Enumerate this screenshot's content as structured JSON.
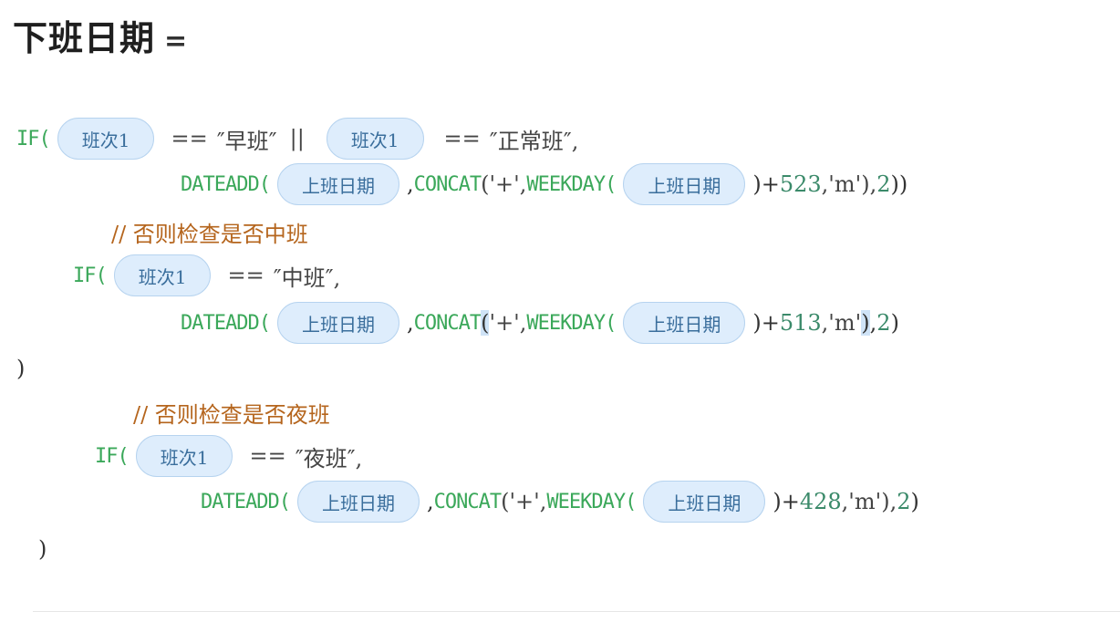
{
  "header": {
    "title": "下班日期",
    "equals": "="
  },
  "formula": {
    "line1": {
      "fn_if": "IF(",
      "field1": "班次1",
      "op_eq1": "==",
      "str1": "″早班″",
      "op_or": "||",
      "field2": "班次1",
      "op_eq2": "==",
      "str2": "″正常班″,"
    },
    "line2": {
      "fn_dateadd": "DATEADD(",
      "field1": "上班日期",
      "sep1": ",",
      "fn_concat": "CONCAT",
      "str_plus": "('+',",
      "fn_weekday": "WEEKDAY(",
      "field2": "上班日期",
      "offset_prefix": ")+",
      "offset": "523",
      "unit": ",'m'),",
      "num2": "2",
      "close": "))"
    },
    "comment1": "// 否则检查是否中班",
    "line4": {
      "fn_if": "IF(",
      "field1": "班次1",
      "op_eq": "==",
      "str": "″中班″,"
    },
    "line5": {
      "fn_dateadd": "DATEADD(",
      "field1": "上班日期",
      "sep1": ",",
      "fn_concat": "CONCAT",
      "paren_open": "(",
      "str_plus": "'+',",
      "fn_weekday": "WEEKDAY(",
      "field2": "上班日期",
      "offset_prefix": ")+",
      "offset": "513",
      "unit": ",'m'",
      "paren_close": ")",
      "comma": ",",
      "num2": "2",
      "close": ")"
    },
    "line6": {
      "close": ")"
    },
    "comment2": "// 否则检查是否夜班",
    "line8": {
      "fn_if": "IF(",
      "field1": "班次1",
      "op_eq": "==",
      "str": "″夜班″,"
    },
    "line9": {
      "fn_dateadd": "DATEADD(",
      "field1": "上班日期",
      "sep1": ",",
      "fn_concat": "CONCAT",
      "str_plus": "('+',",
      "fn_weekday": "WEEKDAY(",
      "field2": "上班日期",
      "offset_prefix": ")+",
      "offset": "428",
      "unit": ",'m'),",
      "num2": "2",
      "close": ")"
    },
    "line10": {
      "close": ")"
    }
  },
  "colors": {
    "function": "#3ba85a",
    "field_bg": "#deedfc",
    "field_text": "#3a6e9c",
    "comment": "#b5651d",
    "number": "#3b8a6a"
  }
}
